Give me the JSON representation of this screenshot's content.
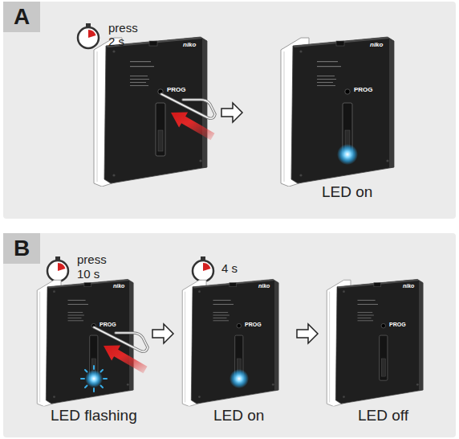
{
  "diagram": {
    "nodes": [
      {
        "text": [
          "A"
        ]
      },
      {
        "text": [
          "B"
        ]
      }
    ],
    "labels": [
      "press",
      "2 s",
      "PROG",
      "niko",
      "PROG",
      "niko",
      "LED on",
      "press",
      "10 s",
      "4 s",
      "PROG",
      "niko",
      "LED flashing",
      "PROG",
      "niko",
      "LED on",
      "PROG",
      "niko",
      "LED off"
    ]
  }
}
